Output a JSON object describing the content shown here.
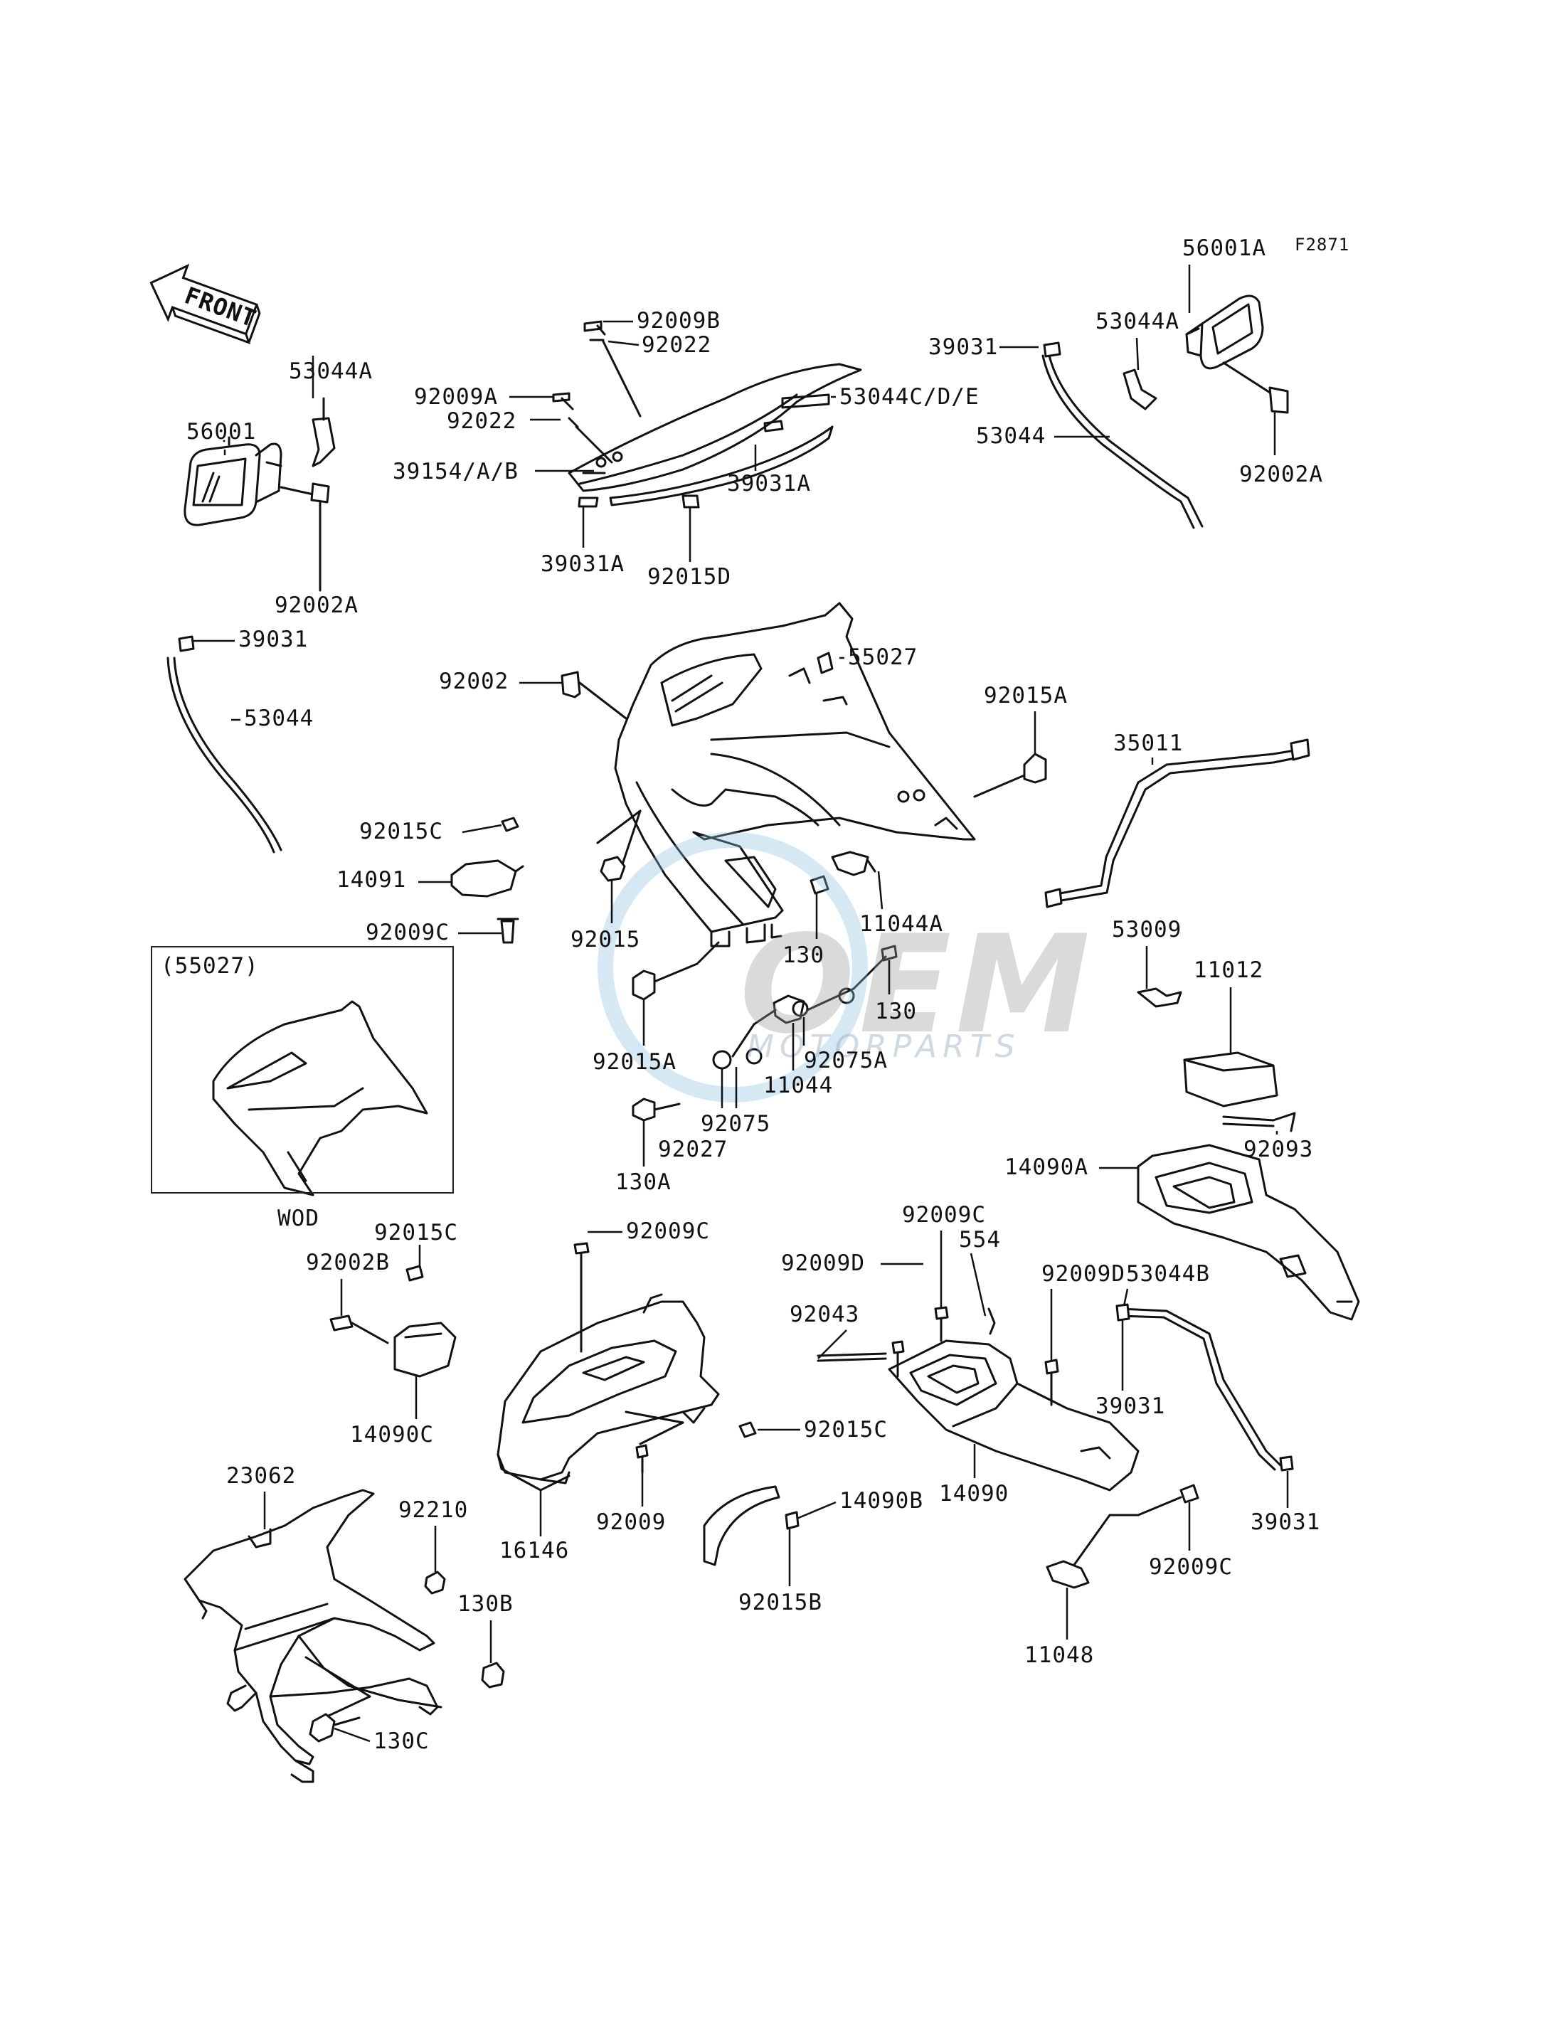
{
  "figure_code": "F2871",
  "front_label": "FRONT",
  "inset": {
    "ref": "(55027)",
    "caption": "WOD"
  },
  "watermark": {
    "brand": "OEM",
    "sub": "MOTORPARTS"
  },
  "parts": {
    "p56001A": "56001A",
    "p53044A_r": "53044A",
    "p39031_tr": "39031",
    "p53044_r": "53044",
    "p92002A_r": "92002A",
    "p92009B": "92009B",
    "p92022_a": "92022",
    "p92009A": "92009A",
    "p92022_b": "92022",
    "p53044CDE": "53044C/D/E",
    "p39154AB": "39154/A/B",
    "p39031A_r": "39031A",
    "p39031A_l": "39031A",
    "p92015D": "92015D",
    "p53044A_l": "53044A",
    "p56001": "56001",
    "p92002A_l": "92002A",
    "p39031_l": "39031",
    "p53044_l": "53044",
    "p92002": "92002",
    "p55027": "55027",
    "p92015A_t": "92015A",
    "p35011": "35011",
    "p92015C_t": "92015C",
    "p14091": "14091",
    "p92009C_t": "92009C",
    "p92015": "92015",
    "p130_a": "130",
    "p11044A": "11044A",
    "p130_b": "130",
    "p53009": "53009",
    "p11012": "11012",
    "p92015A_b": "92015A",
    "p92075A": "92075A",
    "p11044": "11044",
    "p92075": "92075",
    "p92027": "92027",
    "p130A": "130A",
    "p92093": "92093",
    "p14090A": "14090A",
    "p92015C_m": "92015C",
    "p92009C_m": "92009C",
    "p92002B": "92002B",
    "p92009C_r": "92009C",
    "p554": "554",
    "p92009D_l": "92009D",
    "p92009D_r": "92009D",
    "p53044B": "53044B",
    "p92043": "92043",
    "p14090C": "14090C",
    "p39031_m": "39031",
    "p92015C_b": "92015C",
    "p23062": "23062",
    "p92210": "92210",
    "p16146": "16146",
    "p92009": "92009",
    "p14090B": "14090B",
    "p14090": "14090",
    "p39031_br": "39031",
    "p92009C_b": "92009C",
    "p130B": "130B",
    "p92015B": "92015B",
    "p11048": "11048",
    "p130C": "130C"
  }
}
